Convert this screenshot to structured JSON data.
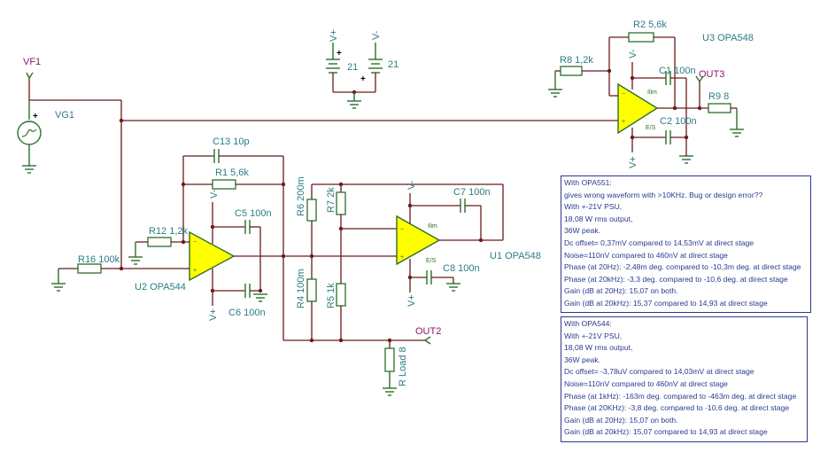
{
  "labels": {
    "vf1": "VF1",
    "vg1": "VG1",
    "vplus_top": "V+",
    "vminus_top": "V-",
    "bat1_value": "21",
    "bat2_value": "21",
    "r2": "R2 5,6k",
    "u3": "U3 OPA548",
    "r8": "R8 1,2k",
    "c1": "C1 100n",
    "out3": "OUT3",
    "r9": "R9 8",
    "c2": "C2 100n",
    "c13": "C13 10p",
    "r1": "R1 5,6k",
    "r12": "R12 1,2k",
    "c5": "C5 100n",
    "r16": "R16 100k",
    "u2": "U2 OPA544",
    "c6": "C6 100n",
    "r6": "R6 200m",
    "r7": "R7 2k",
    "c7": "C7 100n",
    "u1": "U1 OPA548",
    "r4": "R4 100m",
    "r5": "R5 1k",
    "c8": "C8 100n",
    "out2": "OUT2",
    "rload": "R Load 8",
    "vminus_u3": "V-",
    "vplus_u3": "V+",
    "vminus_u2": "V-",
    "vplus_u2": "V+",
    "vminus_u1": "V-",
    "vplus_u1": "V+",
    "ilim": "Ilim",
    "es": "E/S"
  },
  "notes": {
    "opa551": [
      "With OPA551:",
      "gives wrong waveform with >10KHz. Bug or design error??",
      "With +-21V PSU,",
      "18,08 W rms output,",
      "36W peak.",
      "Dc offset= 0,37mV compared to 14,53mV at direct stage",
      "Noise=110nV compared to 460nV at direct stage",
      "Phase (at 20Hz): -2,48m deg. compared to -10,3m deg. at direct stage",
      "Phase (at 20kHz): -3,3 deg. compared to -10,6 deg. at direct stage",
      "Gain (dB at 20Hz): 15,07 on both.",
      "Gain (dB at 20kHz): 15,37 compared to 14,93 at direct stage"
    ],
    "opa544": [
      "With OPA544:",
      "With +-21V PSU,",
      "18,08 W rms output,",
      "36W peak.",
      "Dc offset= -3,78uV compared to 14,03mV at direct stage",
      "Noise=110nV compared to 460nV at direct stage",
      "Phase (at 1kHz): -163m deg. compared to -463m deg. at direct stage",
      "Phase (at 20KHz): -3,8 deg. compared to -10,6 deg. at direct stage",
      "Gain (dB at 20Hz): 15,07 on both.",
      "Gain (dB at 20kHz): 15,07 compared to 14,93 at direct stage"
    ]
  }
}
